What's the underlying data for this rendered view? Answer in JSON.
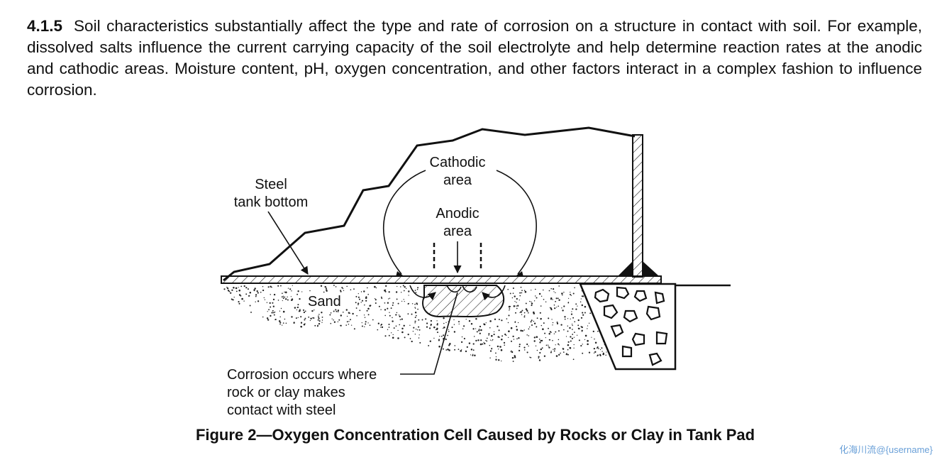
{
  "paragraph": {
    "number": "4.1.5",
    "text": "Soil characteristics substantially affect the type and rate of corrosion on a structure in contact with soil. For example, dissolved salts influence the current carrying capacity of the soil electrolyte and help determine reaction rates at the anodic and cathodic areas. Moisture content, pH, oxygen concentration, and other factors interact in a complex fashion to influence corrosion."
  },
  "figure": {
    "labels": {
      "steel_line1": "Steel",
      "steel_line2": "tank bottom",
      "cathodic_line1": "Cathodic",
      "cathodic_line2": "area",
      "anodic_line1": "Anodic",
      "anodic_line2": "area",
      "sand": "Sand",
      "corrosion_line1": "Corrosion occurs where",
      "corrosion_line2": "rock or clay makes",
      "corrosion_line3": "contact with steel"
    },
    "caption": "Figure  2—Oxygen Concentration Cell Caused by Rocks or Clay in Tank Pad"
  },
  "watermark": "化海川流@{username}"
}
